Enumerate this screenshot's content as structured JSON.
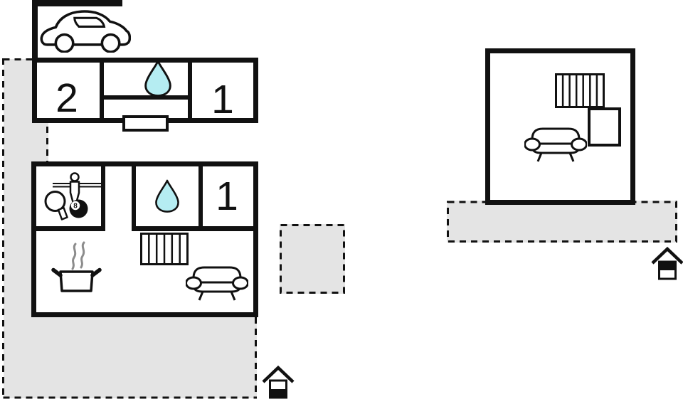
{
  "plan_title": "holiday-home-floor-plan",
  "colors": {
    "background": "#ffffff",
    "wall": "#111111",
    "terrace_fill": "#e4e4e4",
    "water_drop_fill": "#b5edf2",
    "steam": "#8c8c8c"
  },
  "first_floor": {
    "room_left_label": "2",
    "room_right_label": "1",
    "icons": [
      "car-icon",
      "water-drop-icon"
    ]
  },
  "ground_floor": {
    "room_right_label": "1",
    "eight_ball_label": "8",
    "icons": [
      "foosball-player-icon",
      "table-tennis-paddle-icon",
      "eight-ball-icon",
      "water-drop-icon",
      "stairs-icon",
      "cooking-pot-icon",
      "steam-icon",
      "sofa-icon"
    ]
  },
  "annex": {
    "icons": [
      "stairs-icon",
      "sofa-icon"
    ]
  },
  "markers": {
    "ground_floor_marker": "house-lower-half-filled",
    "upper_floor_marker": "house-upper-half-filled"
  }
}
